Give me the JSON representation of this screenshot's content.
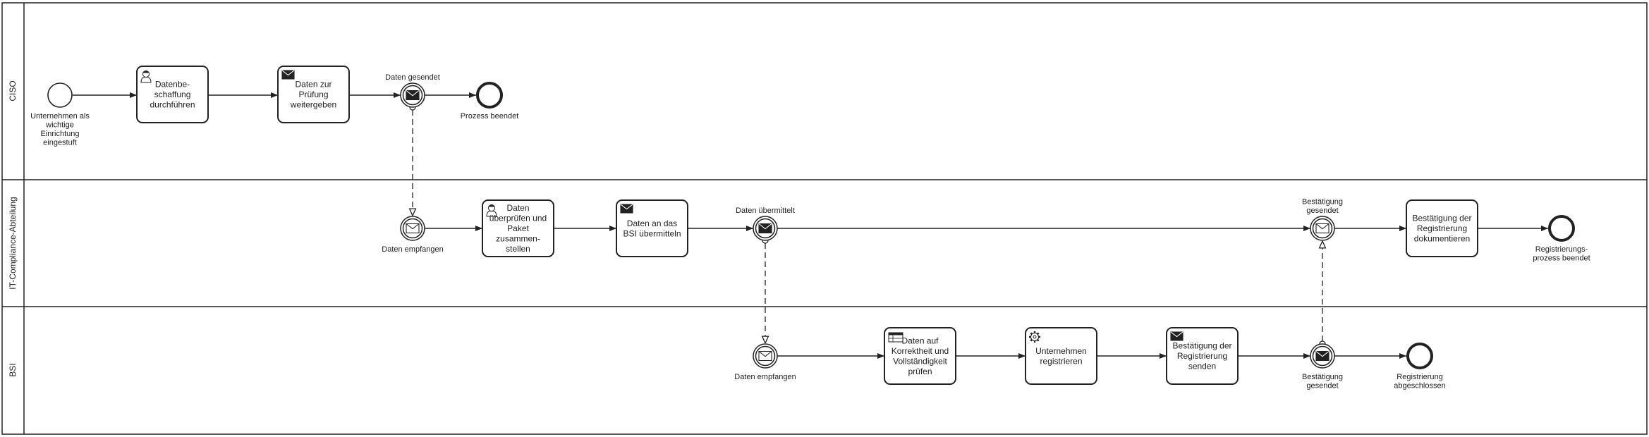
{
  "lanes": [
    {
      "id": "ciso",
      "label": "CISO"
    },
    {
      "id": "itc",
      "label": "IT-Compliance-Abteilung"
    },
    {
      "id": "bsi",
      "label": "BSI"
    }
  ],
  "tasks": [
    {
      "id": "t1",
      "lines": [
        "Datenbe-",
        "schaffung",
        "durchführen"
      ],
      "icon": "user-task-icon"
    },
    {
      "id": "t2",
      "lines": [
        "Daten zur",
        "Prüfung",
        "weitergeben"
      ],
      "icon": "send-task-icon"
    },
    {
      "id": "t3",
      "lines": [
        "Daten",
        "überprüfen und",
        "Paket",
        "zusammen-",
        "stellen"
      ],
      "icon": "user-task-icon"
    },
    {
      "id": "t4",
      "lines": [
        "Daten an das",
        "BSI übermitteln"
      ],
      "icon": "send-task-icon"
    },
    {
      "id": "t5",
      "lines": [
        "Bestätigung der",
        "Registrierung",
        "dokumentieren"
      ],
      "icon": ""
    },
    {
      "id": "t6",
      "lines": [
        "Daten auf",
        "Korrektheit und",
        "Vollständigkeit",
        "prüfen"
      ],
      "icon": "business-rule-task-icon"
    },
    {
      "id": "t7",
      "lines": [
        "Unternehmen",
        "registrieren"
      ],
      "icon": "service-task-icon"
    },
    {
      "id": "t8",
      "lines": [
        "Bestätigung der",
        "Registrierung",
        "senden"
      ],
      "icon": "send-task-icon"
    }
  ],
  "events": [
    {
      "id": "e1",
      "kind": "start",
      "lines": [
        "Unternehmen als",
        "wichtige",
        "Einrichtung",
        "eingestuft"
      ]
    },
    {
      "id": "e2",
      "kind": "throw-message",
      "lines": [
        "Daten gesendet"
      ]
    },
    {
      "id": "e3",
      "kind": "end",
      "lines": [
        "Prozess beendet"
      ]
    },
    {
      "id": "e4",
      "kind": "catch-message",
      "lines": [
        "Daten empfangen"
      ]
    },
    {
      "id": "e5",
      "kind": "throw-message",
      "lines": [
        "Daten übermittelt"
      ]
    },
    {
      "id": "e6",
      "kind": "catch-message",
      "lines": [
        "Bestätigung",
        "gesendet"
      ]
    },
    {
      "id": "e7",
      "kind": "end",
      "lines": [
        "Registrierungs-",
        "prozess beendet"
      ]
    },
    {
      "id": "e8",
      "kind": "catch-message",
      "lines": [
        "Daten empfangen"
      ]
    },
    {
      "id": "e9",
      "kind": "throw-message",
      "lines": [
        "Bestätigung",
        "gesendet"
      ]
    },
    {
      "id": "e10",
      "kind": "end",
      "lines": [
        "Registrierung",
        "abgeschlossen"
      ]
    }
  ],
  "colors": {
    "stroke": "#222222",
    "background": "#ffffff"
  }
}
